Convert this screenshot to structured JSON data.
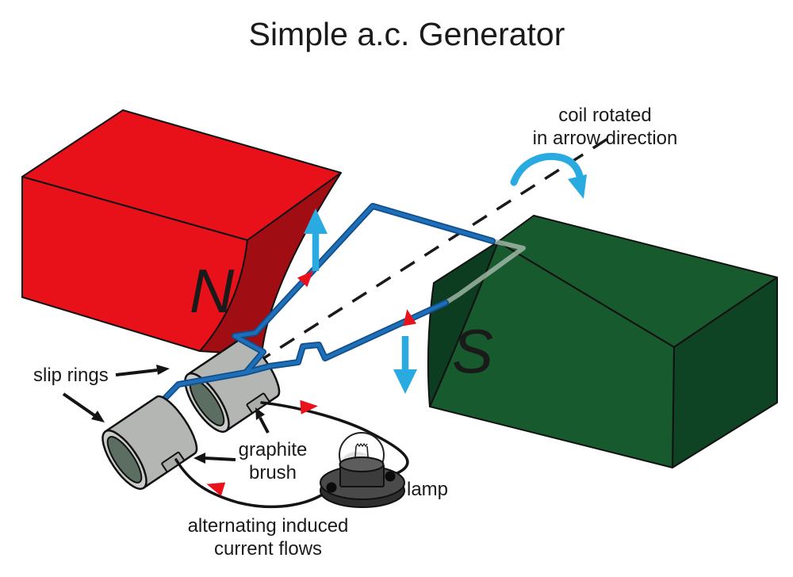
{
  "title": "Simple a.c. Generator",
  "annotations": {
    "coil_rotated": [
      "coil rotated",
      "in arrow direction"
    ],
    "slip_rings": "slip rings",
    "graphite_brush": [
      "graphite",
      "brush"
    ],
    "lamp": "lamp",
    "current": [
      "alternating induced",
      "current flows"
    ],
    "north_pole": "N",
    "south_pole": "S"
  },
  "colors": {
    "magnet_n_red": "#e8111a",
    "magnet_n_red_dark": "#a00d12",
    "magnet_s_green": "#175a2e",
    "magnet_s_green_side": "#0e4423",
    "magnet_s_green_dark": "#0d3d20",
    "coil_blue": "#1d6fb8",
    "coil_blue_edge": "#134e8c",
    "coil_hidden": "#a8bcac",
    "rotation_cyan": "#29abe2",
    "current_red": "#e8111c",
    "ring_gray": "#b3b6b2",
    "ring_rim": "#c9ccc8",
    "ring_hole": "#5c6d62",
    "wire_black": "#141414"
  }
}
